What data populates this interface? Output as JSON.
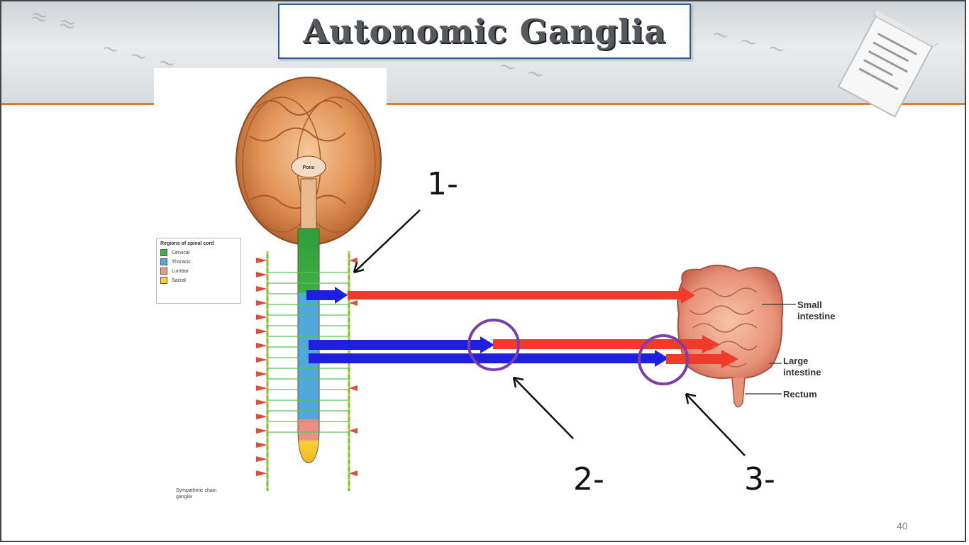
{
  "slide": {
    "title": "Autonomic Ganglia",
    "page_number": "40"
  },
  "brain": {
    "label": "Pons"
  },
  "legend": {
    "title": "Regions of spinal cord",
    "items": [
      {
        "label": "Cervical",
        "color": "#3cb043"
      },
      {
        "label": "Thoracic",
        "color": "#4fa8e0"
      },
      {
        "label": "Lumbar",
        "color": "#ee9a78"
      },
      {
        "label": "Sacral",
        "color": "#f6d23a"
      }
    ]
  },
  "organ_labels": {
    "small_intestine": "Small intestine",
    "large_intestine": "Large intestine",
    "rectum": "Rectum"
  },
  "chain_label": "Sympathetic chain ganglia",
  "markers": {
    "m1": "1-",
    "m2": "2-",
    "m3": "3-"
  },
  "colors": {
    "preganglionic": "#1f1fe0",
    "postganglionic": "#f03a2a",
    "ganglion_circle": "#7a3fa8",
    "accent_line": "#e07a2e"
  }
}
